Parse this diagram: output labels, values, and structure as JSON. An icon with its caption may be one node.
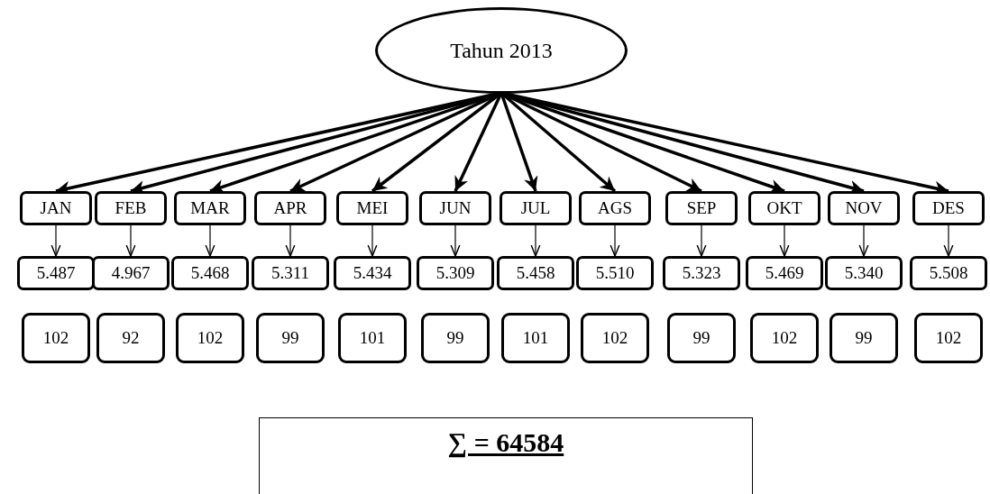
{
  "diagram": {
    "nodes": [
      {
        "text": [
          "Tahun 2013"
        ]
      },
      {
        "text": [
          "JAN"
        ]
      },
      {
        "text": [
          "FEB"
        ]
      },
      {
        "text": [
          "MAR"
        ]
      },
      {
        "text": [
          "APR"
        ]
      },
      {
        "text": [
          "MEI"
        ]
      },
      {
        "text": [
          "JUN"
        ]
      },
      {
        "text": [
          "JUL"
        ]
      },
      {
        "text": [
          "AGS"
        ]
      },
      {
        "text": [
          "SEP"
        ]
      },
      {
        "text": [
          "OKT"
        ]
      },
      {
        "text": [
          "NOV"
        ]
      },
      {
        "text": [
          "DES"
        ]
      },
      {
        "text": [
          "5.487"
        ]
      },
      {
        "text": [
          "4.967"
        ]
      },
      {
        "text": [
          "5.468"
        ]
      },
      {
        "text": [
          "5.311"
        ]
      },
      {
        "text": [
          "5.434"
        ]
      },
      {
        "text": [
          "5.309"
        ]
      },
      {
        "text": [
          "5.458"
        ]
      },
      {
        "text": [
          "5.510"
        ]
      },
      {
        "text": [
          "5.323"
        ]
      },
      {
        "text": [
          "5.469"
        ]
      },
      {
        "text": [
          "5.340"
        ]
      },
      {
        "text": [
          "5.508"
        ]
      },
      {
        "text": [
          "102"
        ]
      },
      {
        "text": [
          "92"
        ]
      },
      {
        "text": [
          "102"
        ]
      },
      {
        "text": [
          "99"
        ]
      },
      {
        "text": [
          "101"
        ]
      },
      {
        "text": [
          "99"
        ]
      },
      {
        "text": [
          "101"
        ]
      },
      {
        "text": [
          "102"
        ]
      },
      {
        "text": [
          "99"
        ]
      },
      {
        "text": [
          "102"
        ]
      },
      {
        "text": [
          "99"
        ]
      },
      {
        "text": [
          "102"
        ]
      },
      {
        "text": [
          "∑ = 64584"
        ]
      }
    ],
    "edges": [
      {
        "from": 0,
        "to": 1,
        "arrow": "to",
        "style": "thick"
      },
      {
        "from": 0,
        "to": 2,
        "arrow": "to",
        "style": "thick"
      },
      {
        "from": 0,
        "to": 3,
        "arrow": "to",
        "style": "thick"
      },
      {
        "from": 0,
        "to": 4,
        "arrow": "to",
        "style": "thick"
      },
      {
        "from": 0,
        "to": 5,
        "arrow": "to",
        "style": "thick"
      },
      {
        "from": 0,
        "to": 6,
        "arrow": "to",
        "style": "thick"
      },
      {
        "from": 0,
        "to": 7,
        "arrow": "to",
        "style": "thick"
      },
      {
        "from": 0,
        "to": 8,
        "arrow": "to",
        "style": "thick"
      },
      {
        "from": 0,
        "to": 9,
        "arrow": "to",
        "style": "thick"
      },
      {
        "from": 0,
        "to": 10,
        "arrow": "to",
        "style": "thick"
      },
      {
        "from": 0,
        "to": 11,
        "arrow": "to",
        "style": "thick"
      },
      {
        "from": 0,
        "to": 12,
        "arrow": "to",
        "style": "thick"
      },
      {
        "from": 1,
        "to": 13,
        "arrow": "to"
      },
      {
        "from": 2,
        "to": 14,
        "arrow": "to"
      },
      {
        "from": 3,
        "to": 15,
        "arrow": "to"
      },
      {
        "from": 4,
        "to": 16,
        "arrow": "to"
      },
      {
        "from": 5,
        "to": 17,
        "arrow": "to"
      },
      {
        "from": 6,
        "to": 18,
        "arrow": "to"
      },
      {
        "from": 7,
        "to": 19,
        "arrow": "to"
      },
      {
        "from": 8,
        "to": 20,
        "arrow": "to"
      },
      {
        "from": 9,
        "to": 21,
        "arrow": "to"
      },
      {
        "from": 10,
        "to": 22,
        "arrow": "to"
      },
      {
        "from": 11,
        "to": 23,
        "arrow": "to"
      },
      {
        "from": 12,
        "to": 24,
        "arrow": "to"
      }
    ]
  }
}
